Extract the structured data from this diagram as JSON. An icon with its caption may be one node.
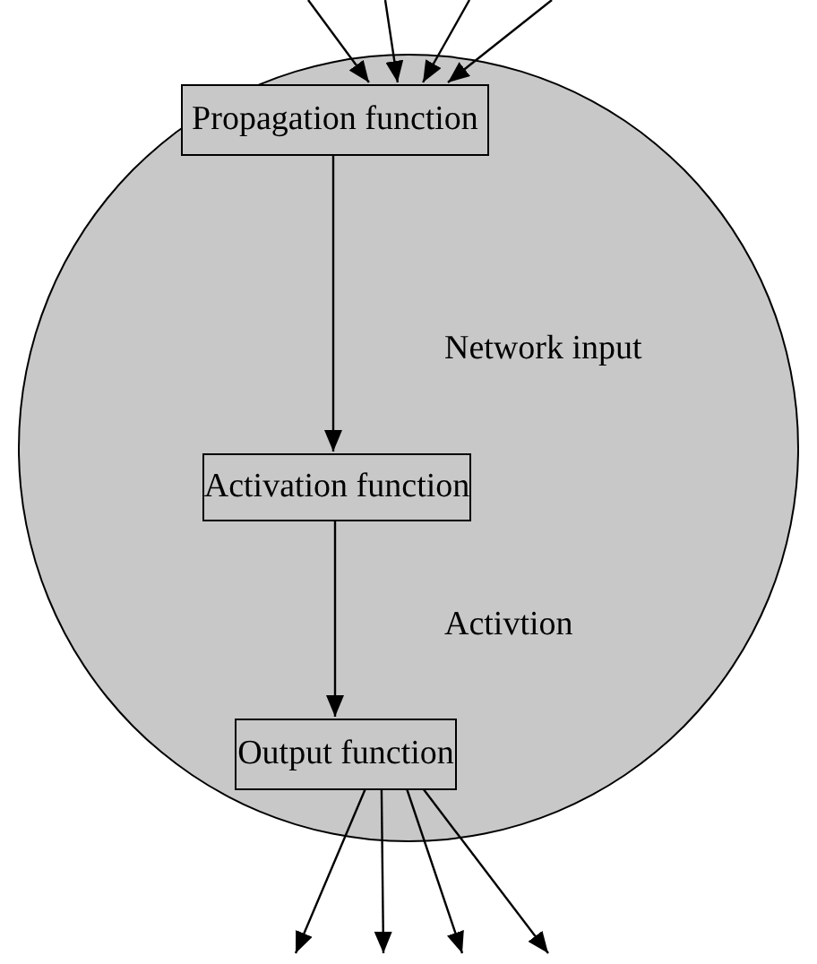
{
  "diagram": {
    "nodes": [
      {
        "text": [],
        "shape": "circle"
      },
      {
        "text": [
          "Propagation function"
        ],
        "in": 0
      },
      {
        "text": [
          "Activation function"
        ],
        "in": 0
      },
      {
        "text": [
          "Output function"
        ],
        "in": 0
      }
    ],
    "edges": [
      {
        "from": null,
        "to": 1,
        "arrow": "to"
      },
      {
        "from": null,
        "to": 1,
        "arrow": "to"
      },
      {
        "from": null,
        "to": 1,
        "arrow": "to"
      },
      {
        "from": null,
        "to": 1,
        "arrow": "to"
      },
      {
        "from": 1,
        "to": 2,
        "arrow": "to",
        "label": "Network input"
      },
      {
        "from": 2,
        "to": 3,
        "arrow": "to",
        "label": "Activtion"
      },
      {
        "from": 3,
        "to": null,
        "arrow": "to"
      },
      {
        "from": 3,
        "to": null,
        "arrow": "to"
      },
      {
        "from": 3,
        "to": null,
        "arrow": "to"
      },
      {
        "from": 3,
        "to": null,
        "arrow": "to"
      }
    ]
  }
}
